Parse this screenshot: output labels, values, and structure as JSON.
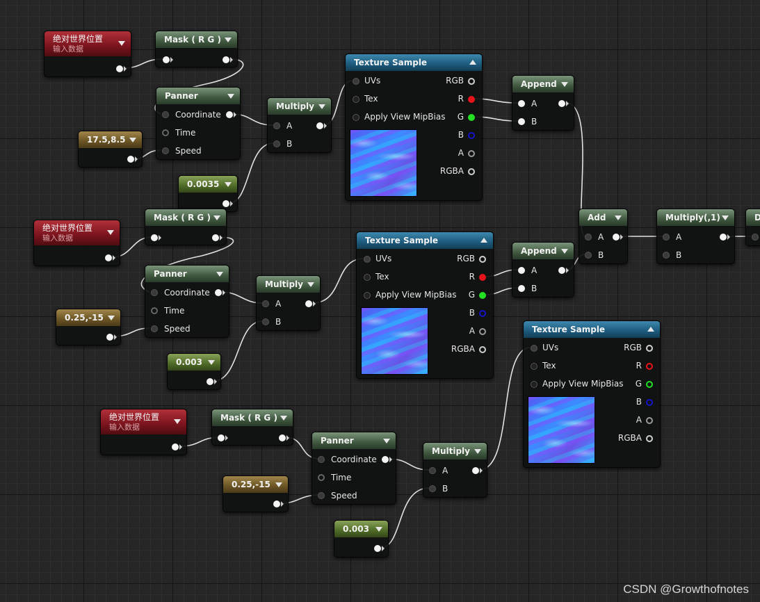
{
  "nodes": {
    "absworld_1": {
      "title": "绝对世界位置",
      "subtitle": "输入数据"
    },
    "absworld_2": {
      "title": "绝对世界位置",
      "subtitle": "输入数据"
    },
    "absworld_3": {
      "title": "绝对世界位置",
      "subtitle": "输入数据"
    },
    "mask_1": {
      "title": "Mask ( R G )"
    },
    "mask_2": {
      "title": "Mask ( R G )"
    },
    "mask_3": {
      "title": "Mask ( R G )"
    },
    "panner_1": {
      "title": "Panner",
      "pins": [
        "Coordinate",
        "Time",
        "Speed"
      ]
    },
    "panner_2": {
      "title": "Panner",
      "pins": [
        "Coordinate",
        "Time",
        "Speed"
      ]
    },
    "panner_3": {
      "title": "Panner",
      "pins": [
        "Coordinate",
        "Time",
        "Speed"
      ]
    },
    "const_1": {
      "value": "17.5,8.5"
    },
    "const_2": {
      "value": "0.25,-15"
    },
    "const_3": {
      "value": "0.25,-15"
    },
    "scalar_1": {
      "value": "0.0035"
    },
    "scalar_2": {
      "value": "0.003"
    },
    "scalar_3": {
      "value": "0.003"
    },
    "multiply_1": {
      "title": "Multiply",
      "pins": [
        "A",
        "B"
      ]
    },
    "multiply_2": {
      "title": "Multiply",
      "pins": [
        "A",
        "B"
      ]
    },
    "multiply_3": {
      "title": "Multiply",
      "pins": [
        "A",
        "B"
      ]
    },
    "texsample_1": {
      "title": "Texture Sample",
      "inputs": [
        "UVs",
        "Tex",
        "Apply View MipBias"
      ],
      "outputs": [
        "RGB",
        "R",
        "G",
        "B",
        "A",
        "RGBA"
      ]
    },
    "texsample_2": {
      "title": "Texture Sample",
      "inputs": [
        "UVs",
        "Tex",
        "Apply View MipBias"
      ],
      "outputs": [
        "RGB",
        "R",
        "G",
        "B",
        "A",
        "RGBA"
      ]
    },
    "texsample_3": {
      "title": "Texture Sample",
      "inputs": [
        "UVs",
        "Tex",
        "Apply View MipBias"
      ],
      "outputs": [
        "RGB",
        "R",
        "G",
        "B",
        "A",
        "RGBA"
      ]
    },
    "append_1": {
      "title": "Append",
      "pins": [
        "A",
        "B"
      ]
    },
    "append_2": {
      "title": "Append",
      "pins": [
        "A",
        "B"
      ]
    },
    "add_1": {
      "title": "Add",
      "pins": [
        "A",
        "B"
      ]
    },
    "multiply_4": {
      "title": "Multiply(,1)",
      "pins": [
        "A",
        "B"
      ]
    },
    "partial_1": {
      "title": "D"
    }
  },
  "watermark": "CSDN @Growthofnotes",
  "colors": {
    "pin_r": "#e8141a",
    "pin_g": "#22e022",
    "pin_b": "#1414c8",
    "wire": "#e6e6e6"
  }
}
